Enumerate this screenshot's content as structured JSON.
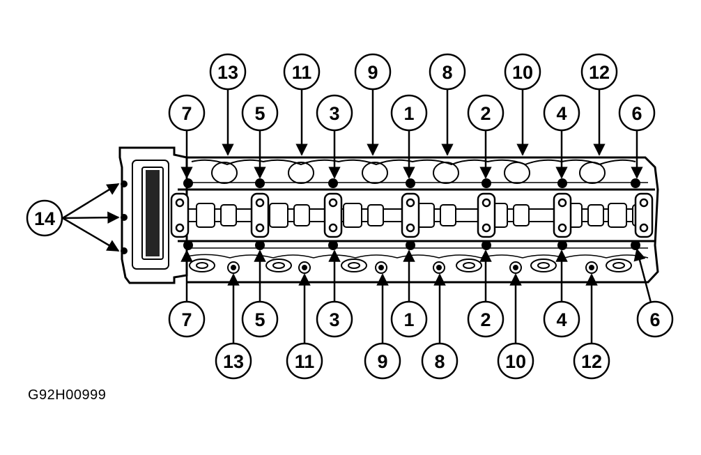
{
  "figure_id": "G92H00999",
  "diagram": {
    "subject": "cylinder head bolt tightening sequence",
    "top_labels": [
      "13",
      "11",
      "9",
      "8",
      "10",
      "12"
    ],
    "upper_labels": [
      "7",
      "5",
      "3",
      "1",
      "2",
      "4",
      "6"
    ],
    "lower_labels": [
      "7",
      "5",
      "3",
      "1",
      "2",
      "4",
      "6"
    ],
    "bottom_labels": [
      "13",
      "11",
      "9",
      "8",
      "10",
      "12"
    ],
    "side_label": "14",
    "colors": {
      "ink": "#000000",
      "paper": "#ffffff"
    }
  }
}
